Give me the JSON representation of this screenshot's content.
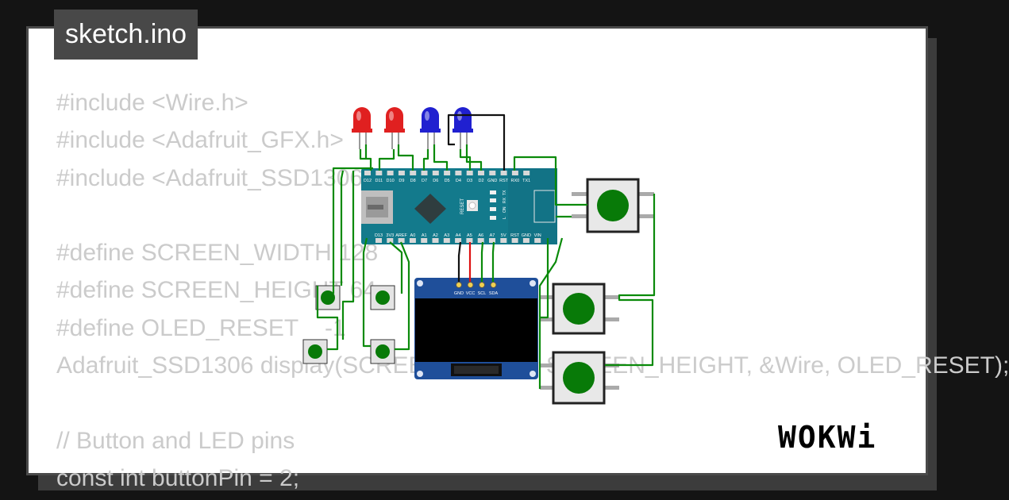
{
  "tab": {
    "filename": "sketch.ino"
  },
  "code_lines": [
    "#include <Wire.h>",
    "#include <Adafruit_GFX.h>",
    "#include <Adafruit_SSD1306.h>",
    "",
    "#define SCREEN_WIDTH 128",
    "#define SCREEN_HEIGHT 64",
    "#define OLED_RESET    -1",
    "Adafruit_SSD1306 display(SCREEN_WIDTH, SCREEN_HEIGHT, &Wire, OLED_RESET);",
    "",
    "// Button and LED pins",
    "const int buttonPin = 2;"
  ],
  "board": {
    "top_pins": [
      "D12",
      "D11",
      "D10",
      "D9",
      "D8",
      "D7",
      "D6",
      "D5",
      "D4",
      "D3",
      "D2",
      "GND",
      "RST",
      "RX0",
      "TX1"
    ],
    "bottom_pins": [
      "D13",
      "3V3",
      "AREF",
      "A0",
      "A1",
      "A2",
      "A3",
      "A4",
      "A5",
      "A6",
      "A7",
      "5V",
      "RST",
      "GND",
      "VIN"
    ],
    "reset_label": "RESET",
    "led_labels": [
      "TX",
      "RX",
      "ON",
      "L"
    ]
  },
  "oled": {
    "pins": [
      "GND",
      "VCC",
      "SCL",
      "SDA"
    ]
  },
  "leds": [
    {
      "color": "#e02020"
    },
    {
      "color": "#e02020"
    },
    {
      "color": "#2020d0"
    },
    {
      "color": "#2020d0"
    }
  ],
  "wire_colors": {
    "signal": "#0a8a0a",
    "ground": "#111111",
    "power": "#dd1111"
  },
  "logo": {
    "text": "WOKWi"
  }
}
